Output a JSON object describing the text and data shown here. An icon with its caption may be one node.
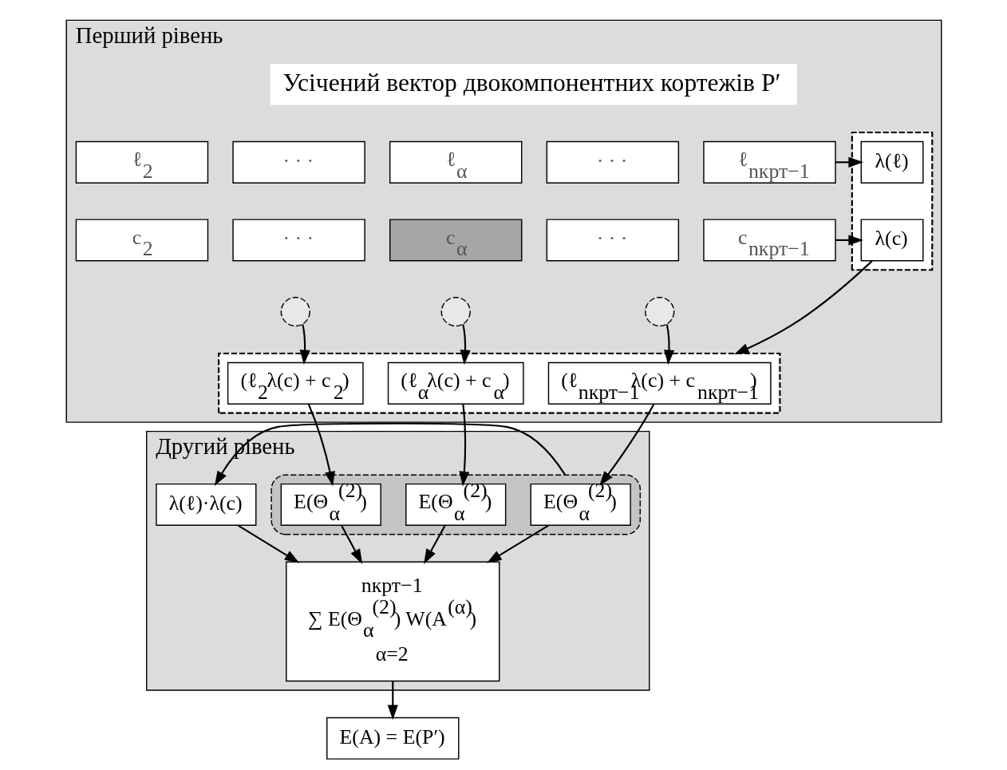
{
  "diagram": {
    "nodes": [
      {
        "text": [
          "Перший рівень"
        ]
      },
      {
        "text": [
          "Усічений вектор двокомпонентних кортежів P′"
        ],
        "in": 0
      },
      {
        "text": [
          "ℓ$_{2}$"
        ],
        "in": 0
      },
      {
        "text": [
          "· · ·"
        ],
        "in": 0
      },
      {
        "text": [
          "ℓ$_{α}$"
        ],
        "in": 0
      },
      {
        "text": [
          "· · ·"
        ],
        "in": 0
      },
      {
        "text": [
          "ℓ$_{nкрт−1}$"
        ],
        "in": 0
      },
      {
        "text": [
          "c$_{2}$"
        ],
        "in": 0
      },
      {
        "text": [
          "· · ·"
        ],
        "in": 0
      },
      {
        "text": [
          "c$_{α}$"
        ],
        "in": 0
      },
      {
        "text": [
          "· · ·"
        ],
        "in": 0
      },
      {
        "text": [
          "c$_{nкрт−1}$"
        ],
        "in": 0
      },
      {
        "text": [],
        "shape": "circle",
        "in": 0
      },
      {
        "text": [],
        "shape": "circle",
        "in": 0
      },
      {
        "text": [],
        "shape": "circle",
        "in": 0
      },
      {
        "text": [],
        "shape": "box",
        "in": 0
      },
      {
        "text": [
          "λ(ℓ)"
        ],
        "in": 15
      },
      {
        "text": [
          "λ(c)"
        ],
        "in": 15
      },
      {
        "text": [],
        "shape": "box",
        "in": 0
      },
      {
        "text": [
          "(ℓ$_{2}$λ(c) + c$_{2}$)"
        ],
        "in": 18
      },
      {
        "text": [
          "(ℓ$_{α}$λ(c) + c$_{α}$)"
        ],
        "in": 18
      },
      {
        "text": [
          "(ℓ$_{nкрт−1}$λ(c) + c$_{nкрт−1}$)"
        ],
        "in": 18
      },
      {
        "text": [
          "Другий рівень"
        ]
      },
      {
        "text": [],
        "shape": "ellipse",
        "in": 22
      },
      {
        "text": [
          "E(Θ$_{α}$$^{(2)}$)"
        ],
        "in": 23
      },
      {
        "text": [
          "E(Θ$_{α}$$^{(2)}$)"
        ],
        "in": 23
      },
      {
        "text": [
          "E(Θ$_{α}$$^{(2)}$)"
        ],
        "in": 23
      },
      {
        "text": [
          "λ(ℓ)·λ(c)"
        ],
        "in": 22
      },
      {
        "text": [
          "nкрт−1",
          "∑ E(Θ$_{α}$$^{(2)}$) W(A$^{(α)}$)",
          "α=2"
        ],
        "in": 22
      },
      {
        "text": [
          "E(A) = E(P′)"
        ]
      }
    ],
    "edges": [
      {
        "from": 6,
        "to": 16,
        "arrow": "to"
      },
      {
        "from": 11,
        "to": 17,
        "arrow": "to"
      },
      {
        "from": 12,
        "to": 19,
        "arrow": "to"
      },
      {
        "from": 13,
        "to": 20,
        "arrow": "to"
      },
      {
        "from": 14,
        "to": 21,
        "arrow": "to"
      },
      {
        "from": 17,
        "to": 18,
        "arrow": "to"
      },
      {
        "from": 19,
        "to": 24,
        "arrow": "to"
      },
      {
        "from": 20,
        "to": 25,
        "arrow": "to"
      },
      {
        "from": 21,
        "to": 26,
        "arrow": "to"
      },
      {
        "from": 23,
        "to": 27,
        "arrow": "to"
      },
      {
        "from": 24,
        "to": 28,
        "arrow": "to"
      },
      {
        "from": 25,
        "to": 28,
        "arrow": "to"
      },
      {
        "from": 26,
        "to": 28,
        "arrow": "to"
      },
      {
        "from": 27,
        "to": 28,
        "arrow": "to"
      },
      {
        "from": 28,
        "to": 29,
        "arrow": "to"
      }
    ]
  }
}
